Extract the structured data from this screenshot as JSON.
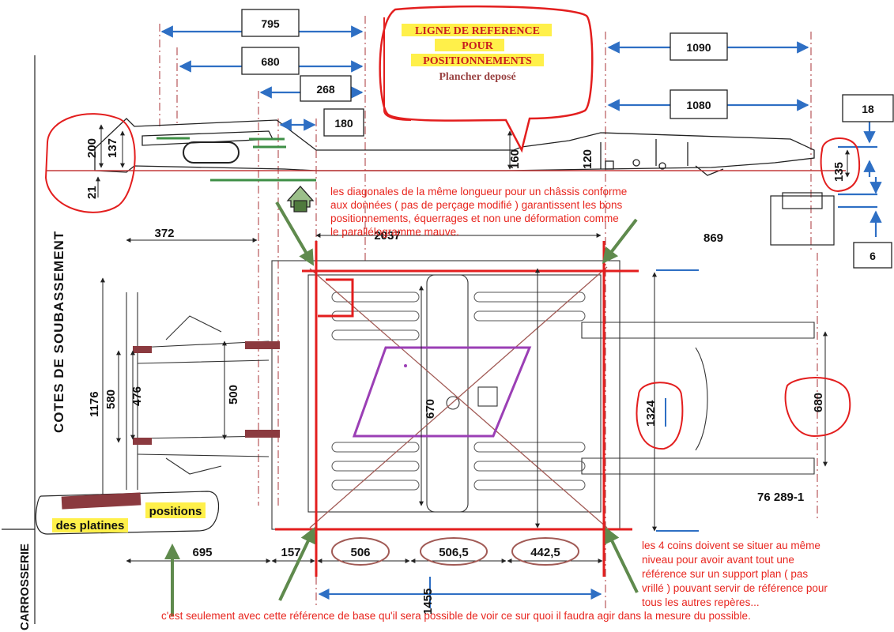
{
  "callout": {
    "line1": "LIGNE DE REFERENCE",
    "line2": "POUR",
    "line3": "POSITIONNEMENTS",
    "line4": "Plancher deposé"
  },
  "side_labels": {
    "carrosserie": "CARROSSERIE",
    "cotes": "COTES DE SOUBASSEMENT"
  },
  "top_dimensions": {
    "d795": "795",
    "d680": "680",
    "d268": "268",
    "d180": "180",
    "d1090": "1090",
    "d1080": "1080",
    "d18": "18",
    "d6": "6",
    "d869": "869",
    "d160": "160",
    "d120": "120",
    "d135": "135",
    "d200": "200",
    "d137": "137",
    "d21": "21"
  },
  "plan_dimensions": {
    "d372": "372",
    "d2037": "2037",
    "d1176": "1176",
    "d580": "580",
    "d476": "476",
    "d500": "500",
    "d670": "670",
    "d1324": "1324",
    "d680b": "680",
    "d695": "695",
    "d157": "157",
    "d506": "506",
    "d506_5": "506,5",
    "d442_5": "442,5",
    "d1455": "1455",
    "ref": "76 289-1"
  },
  "notes": {
    "diagonals": [
      "les diagonales de la même longueur pour un châssis conforme",
      "aux données ( pas de perçage modifié ) garantissent les bons",
      "positionnements, équerrages et non une déformation comme",
      "le parallélogramme mauve."
    ],
    "corners": [
      "les 4 coins doivent se situer au même",
      "niveau pour avoir avant tout une",
      "référence sur un support plan ( pas",
      "vrillé ) pouvant servir de référence pour",
      "tous les autres repères..."
    ],
    "bottom": "c'est seulement avec cette référence de base qu'il sera possible de voir ce sur quoi il faudra agir dans la mesure du possible."
  },
  "legend": {
    "positions": "positions",
    "platines": "des platines"
  },
  "colors": {
    "reference_red": "#e8261f",
    "dimension_blue": "#2e6fc4",
    "parallelogram_purple": "#9b3fb5",
    "arrow_green": "#5f8a4d",
    "platine_brown": "#8b3a3f",
    "highlight_yellow": "#fff04a"
  }
}
